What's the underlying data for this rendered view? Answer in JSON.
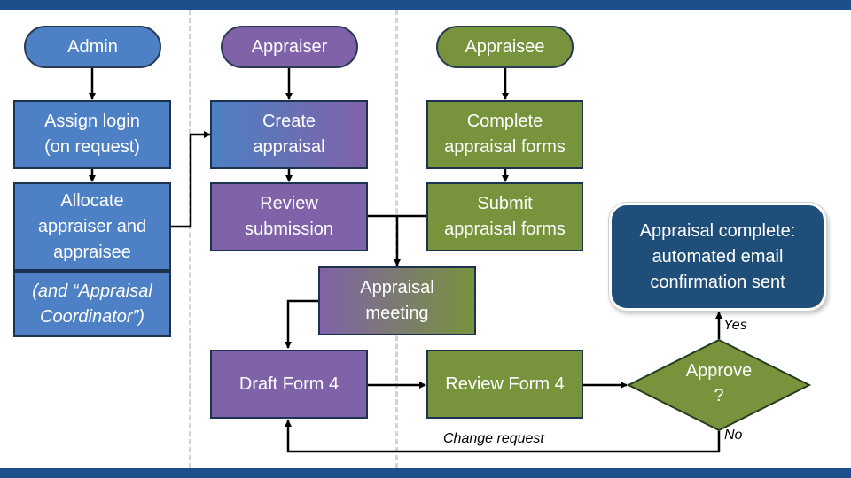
{
  "lanes": {
    "admin": "Admin",
    "appraiser": "Appraiser",
    "appraisee": "Appraisee"
  },
  "steps": {
    "assign_login": "Assign login\n(on request)",
    "allocate": "Allocate\nappraiser and\nappraisee",
    "allocate_note": "(and “Appraisal\nCoordinator”)",
    "create_appraisal": "Create\nappraisal",
    "review_submission": "Review\nsubmission",
    "complete_forms": "Complete\nappraisal forms",
    "submit_forms": "Submit\nappraisal forms",
    "appraisal_meeting": "Appraisal\nmeeting",
    "draft_form": "Draft Form 4",
    "review_form": "Review Form 4",
    "approve": "Approve\n?",
    "final": "Appraisal complete:\nautomated email\nconfirmation sent"
  },
  "edges": {
    "yes": "Yes",
    "no": "No",
    "change_request": "Change request"
  },
  "colors": {
    "admin": "#4d80c4",
    "appraiser": "#8062a8",
    "appraisee": "#77933c",
    "final": "#1f4e79",
    "frame_bar": "#1f4e8c"
  }
}
